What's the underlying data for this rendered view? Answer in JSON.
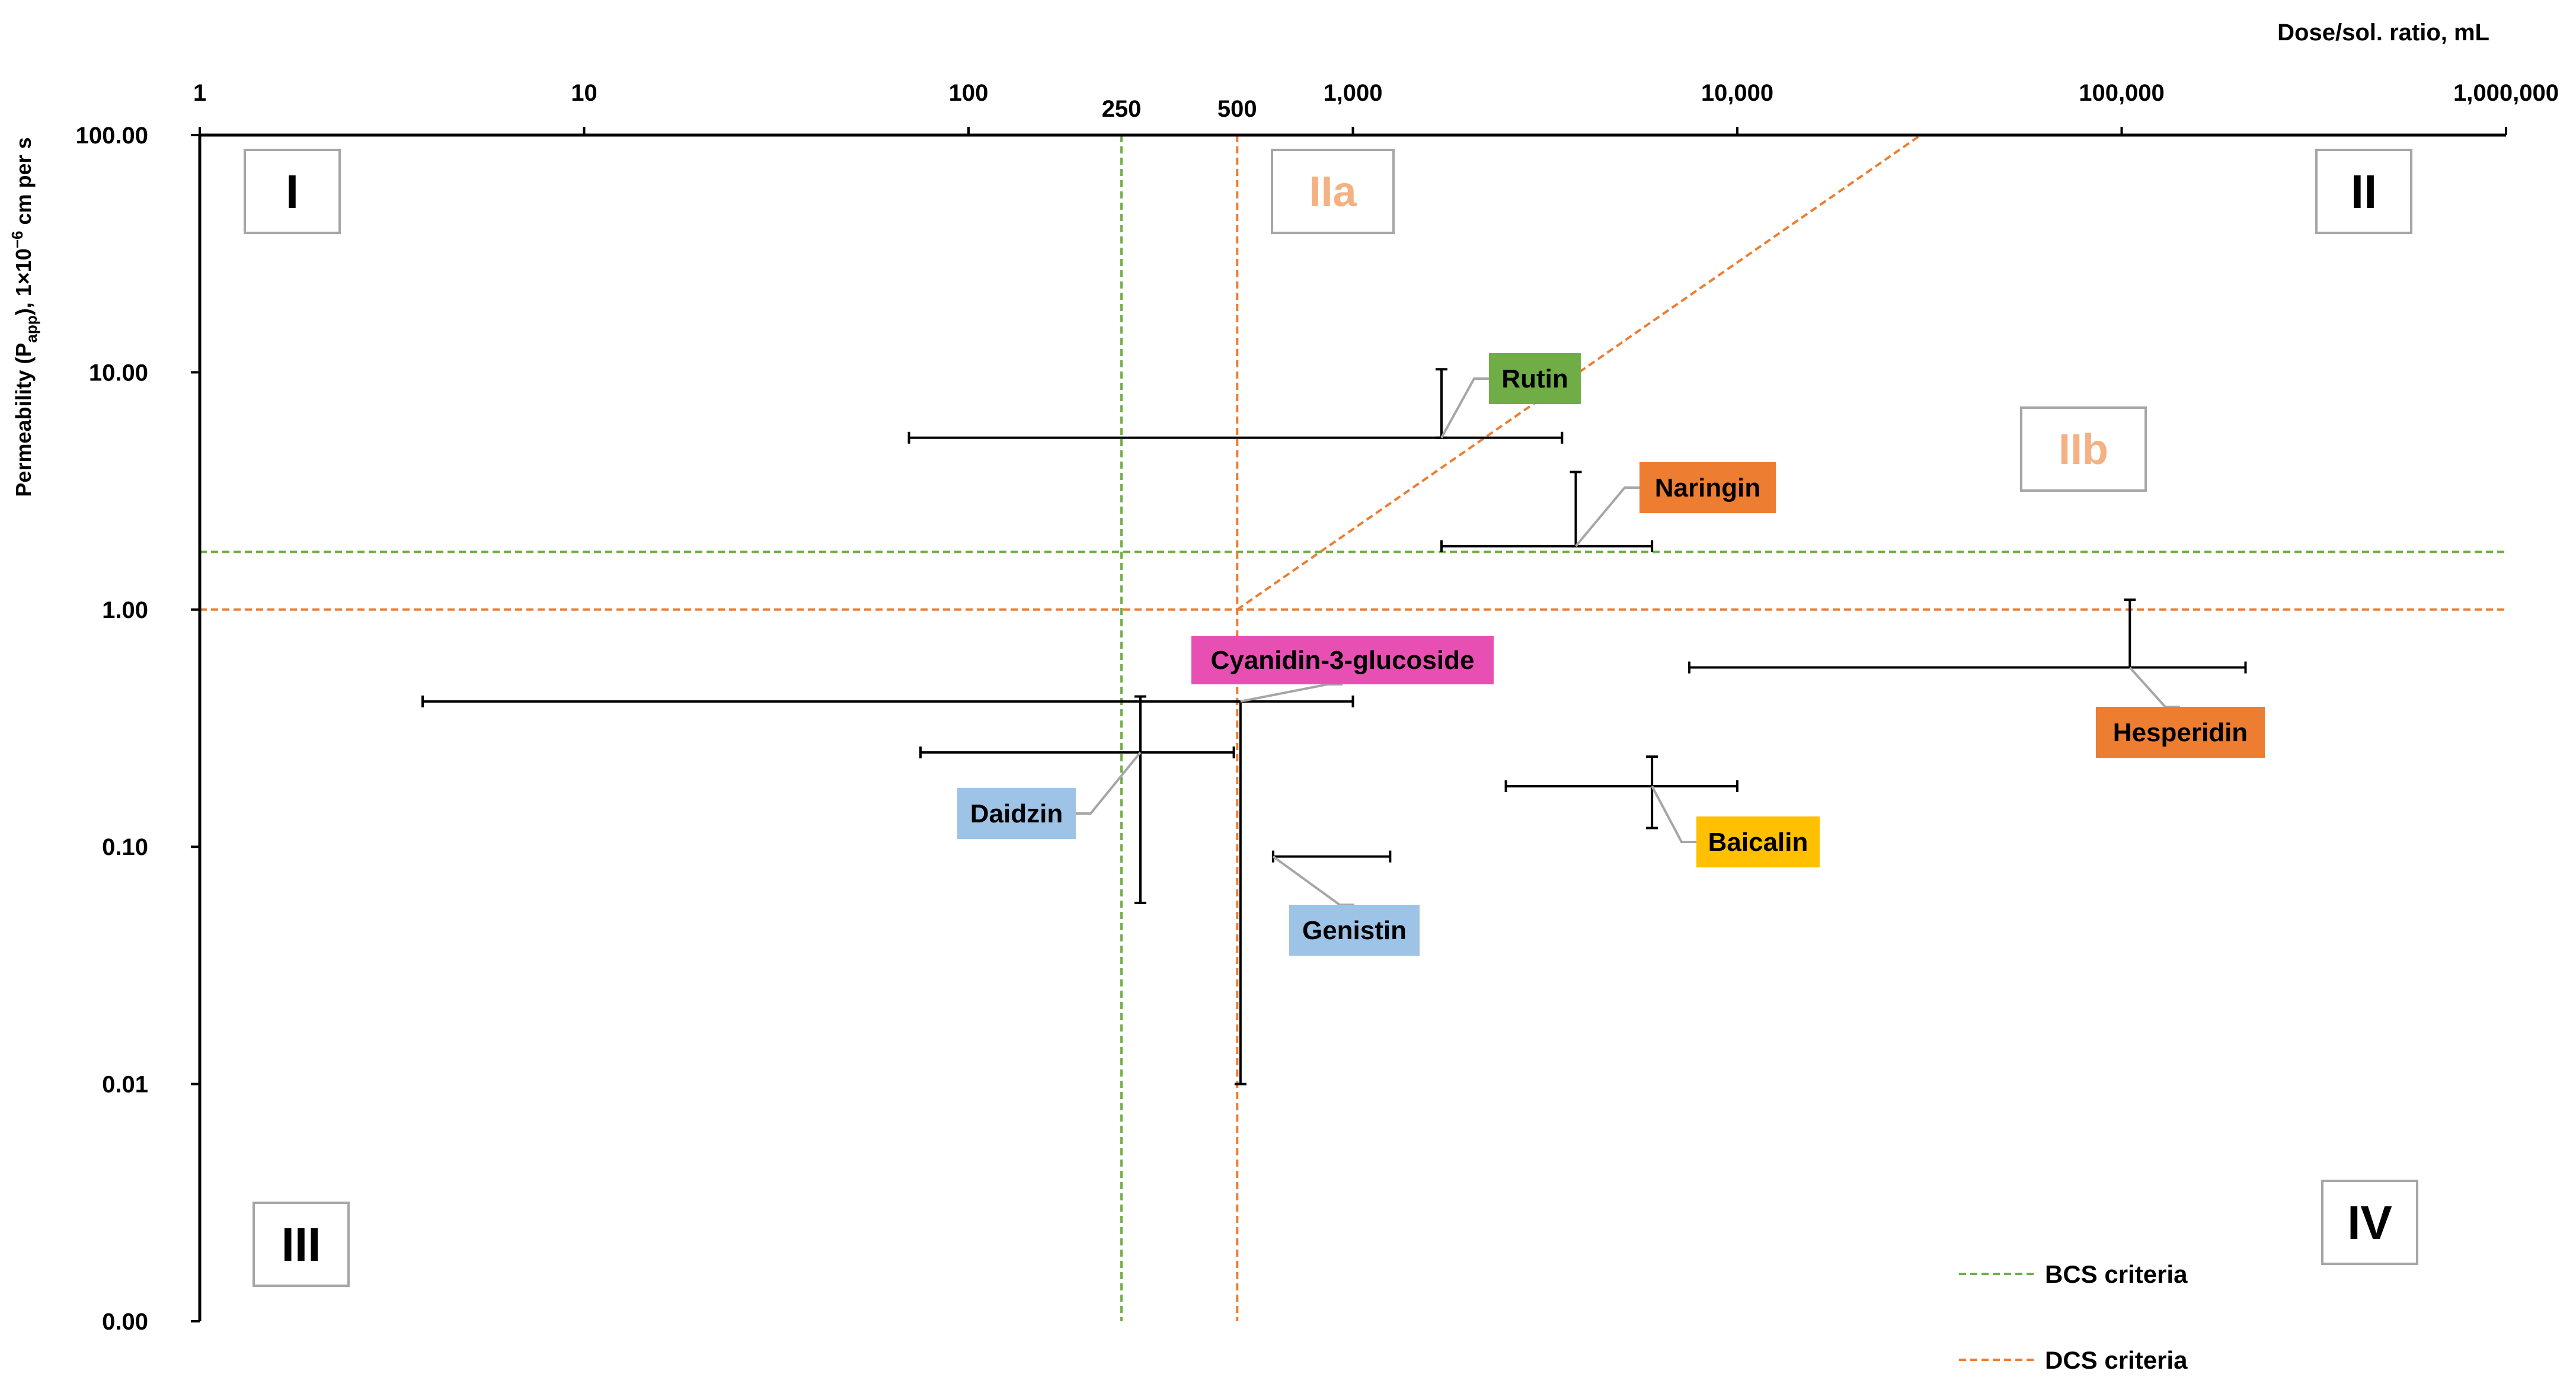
{
  "chart_data": {
    "type": "scatter",
    "title": "",
    "xlabel": "Dose/sol. ratio, mL",
    "ylabel": "Permeability (Papp), 1×10⁻⁶ cm per s",
    "ylabel_parts": {
      "pre": "Permeability (P",
      "sub": "app",
      "post": "), 1×10",
      "sup": "−6",
      "tail": " cm per s"
    },
    "x_scale": "log",
    "y_scale": "log",
    "xlim": [
      1,
      1000000
    ],
    "ylim": [
      0.001,
      100
    ],
    "x_ticks": [
      {
        "value": 1,
        "label": "1"
      },
      {
        "value": 10,
        "label": "10"
      },
      {
        "value": 100,
        "label": "100"
      },
      {
        "value": 1000,
        "label": "1,000"
      },
      {
        "value": 10000,
        "label": "10,000"
      },
      {
        "value": 100000,
        "label": "100,000"
      },
      {
        "value": 1000000,
        "label": "1,000,000"
      }
    ],
    "x_extra_ticks": [
      {
        "value": 250,
        "label": "250"
      },
      {
        "value": 500,
        "label": "500"
      }
    ],
    "y_ticks": [
      {
        "value": 100,
        "label": "100.00"
      },
      {
        "value": 10,
        "label": "10.00"
      },
      {
        "value": 1,
        "label": "1.00"
      },
      {
        "value": 0.1,
        "label": "0.10"
      },
      {
        "value": 0.01,
        "label": "0.01"
      },
      {
        "value": 0.001,
        "label": "0.00"
      }
    ],
    "grid": false,
    "legend_position": "bottom-right",
    "reference_lines": [
      {
        "name": "BCS criteria",
        "color": "#70ad47",
        "orientation": "vertical",
        "value": 250
      },
      {
        "name": "BCS criteria",
        "color": "#70ad47",
        "orientation": "horizontal",
        "value": 1.75
      },
      {
        "name": "DCS criteria",
        "color": "#ed7d31",
        "orientation": "vertical",
        "value": 500
      },
      {
        "name": "DCS criteria",
        "color": "#ed7d31",
        "orientation": "horizontal",
        "value": 1.0
      },
      {
        "name": "DCS criteria",
        "color": "#ed7d31",
        "orientation": "diagonal",
        "from": [
          500,
          1.0
        ],
        "to": [
          30000,
          100
        ]
      }
    ],
    "legend": [
      {
        "label": "BCS criteria",
        "color": "#70ad47"
      },
      {
        "label": "DCS criteria",
        "color": "#ed7d31"
      }
    ],
    "regions": [
      {
        "label": "I",
        "color": "#000000"
      },
      {
        "label": "IIa",
        "color": "#f4b183"
      },
      {
        "label": "II",
        "color": "#000000"
      },
      {
        "label": "IIb",
        "color": "#f4b183"
      },
      {
        "label": "III",
        "color": "#000000"
      },
      {
        "label": "IV",
        "color": "#000000"
      }
    ],
    "points": [
      {
        "name": "Rutin",
        "x": 1700,
        "x_range": [
          70,
          3500
        ],
        "y": 5.3,
        "y_range": [
          5.3,
          10.3
        ],
        "color": "#70ad47",
        "text_color": "#000000"
      },
      {
        "name": "Naringin",
        "x": 3800,
        "x_range": [
          1700,
          6000
        ],
        "y": 1.85,
        "y_range": [
          1.85,
          3.8
        ],
        "color": "#ed7d31",
        "text_color": "#000000"
      },
      {
        "name": "Hesperidin",
        "x": 105000,
        "x_range": [
          7500,
          210000
        ],
        "y": 0.57,
        "y_range": [
          0.57,
          1.1
        ],
        "color": "#ed7d31",
        "text_color": "#000000"
      },
      {
        "name": "Cyanidin-3-glucoside",
        "x": 510,
        "x_range": [
          3.8,
          1000
        ],
        "y": 0.41,
        "y_range": [
          0.01,
          0.41
        ],
        "color": "#e84fb3",
        "text_color": "#000000"
      },
      {
        "name": "Daidzin",
        "x": 280,
        "x_range": [
          75,
          490
        ],
        "y": 0.25,
        "y_range": [
          0.058,
          0.43
        ],
        "color": "#9dc3e6",
        "text_color": "#000000"
      },
      {
        "name": "Baicalin",
        "x": 6000,
        "x_range": [
          2500,
          10000
        ],
        "y": 0.18,
        "y_range": [
          0.12,
          0.24
        ],
        "color": "#ffc000",
        "text_color": "#000000"
      },
      {
        "name": "Genistin",
        "x": 620,
        "x_range": [
          620,
          1250
        ],
        "y": 0.091,
        "y_range": [
          0.091,
          0.091
        ],
        "color": "#9dc3e6",
        "text_color": "#000000"
      }
    ]
  }
}
